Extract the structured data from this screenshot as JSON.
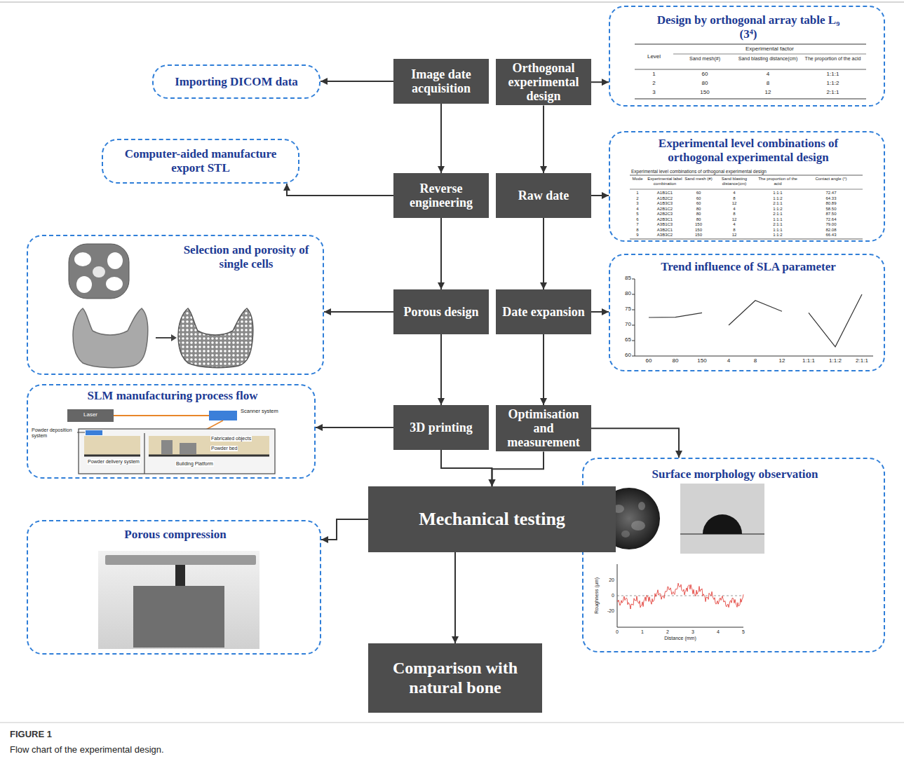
{
  "diagram": {
    "caption": "Flow chart of the experimental design.",
    "nodes": [
      {
        "text": [
          "Importing DICOM data"
        ]
      },
      {
        "text": [
          "Image date acquisition"
        ]
      },
      {
        "text": [
          "Orthogonal experimental design"
        ]
      },
      {
        "text": [
          "Design by orthogonal array table L₉ (3⁴)"
        ]
      },
      {
        "text": [
          "Computer-aided manufacture export STL"
        ]
      },
      {
        "text": [
          "Reverse engineering"
        ]
      },
      {
        "text": [
          "Raw date"
        ]
      },
      {
        "text": [
          "Experimental level combinations of orthogonal experimental design"
        ]
      },
      {
        "text": [
          "Selection and porosity of single cells"
        ]
      },
      {
        "text": [
          "Porous design"
        ]
      },
      {
        "text": [
          "Date expansion"
        ]
      },
      {
        "text": [
          "Trend influence of SLA parameter"
        ]
      },
      {
        "text": [
          "SLM manufacturing process flow"
        ]
      },
      {
        "text": [
          "3D printing"
        ]
      },
      {
        "text": [
          "Optimisation and measurement"
        ]
      },
      {
        "text": [
          "Surface morphology observation"
        ]
      },
      {
        "text": [
          "Porous compression"
        ]
      },
      {
        "text": [
          "Mechanical testing"
        ]
      },
      {
        "text": [
          "Comparison with natural bone"
        ]
      }
    ],
    "edges": [
      {
        "from": 1,
        "to": 0,
        "arrow": "to"
      },
      {
        "from": 1,
        "to": 5,
        "arrow": "to"
      },
      {
        "from": 5,
        "to": 4,
        "arrow": "to"
      },
      {
        "from": 5,
        "to": 9,
        "arrow": "to"
      },
      {
        "from": 9,
        "to": 8,
        "arrow": "to"
      },
      {
        "from": 9,
        "to": 13,
        "arrow": "to"
      },
      {
        "from": 13,
        "to": 12,
        "arrow": "to"
      },
      {
        "from": 2,
        "to": 3,
        "arrow": "to"
      },
      {
        "from": 2,
        "to": 6,
        "arrow": "to"
      },
      {
        "from": 6,
        "to": 7,
        "arrow": "to"
      },
      {
        "from": 6,
        "to": 10,
        "arrow": "to"
      },
      {
        "from": 10,
        "to": 11,
        "arrow": "to"
      },
      {
        "from": 10,
        "to": 14,
        "arrow": "to"
      },
      {
        "from": 14,
        "to": 15,
        "arrow": "to"
      },
      {
        "from": 13,
        "to": 17,
        "arrow": "to"
      },
      {
        "from": 14,
        "to": 17,
        "arrow": "to"
      },
      {
        "from": 17,
        "to": 16,
        "arrow": "to"
      },
      {
        "from": 17,
        "to": 18,
        "arrow": "to"
      }
    ],
    "labels": [
      "Level",
      "Experimental factor",
      "Sand mesh(#)",
      "Sand blasting distance(cm)",
      "The proportion of the acid",
      "1",
      "60",
      "4",
      "1:1:1",
      "2",
      "80",
      "8",
      "1:1:2",
      "3",
      "150",
      "12",
      "2:1:1",
      "Experimental level combinations of orthogonal experimental design",
      "Mode",
      "Experimental label combination",
      "Sand mesh (#)",
      "Sand blasting distance(cm)",
      "The proportion of the acid",
      "Contact angle (°)",
      "1",
      "A1B1C1",
      "60",
      "4",
      "1:1:1",
      "72.47",
      "2",
      "A1B2C2",
      "60",
      "8",
      "1:1:2",
      "64.33",
      "3",
      "A1B3C3",
      "60",
      "12",
      "2:1:1",
      "80.89",
      "4",
      "A2B1C2",
      "80",
      "4",
      "1:1:2",
      "58.50",
      "5",
      "A2B2C3",
      "80",
      "8",
      "2:1:1",
      "87.50",
      "6",
      "A2B3C1",
      "80",
      "12",
      "1:1:1",
      "72.64",
      "7",
      "A3B1C3",
      "150",
      "4",
      "2:1:1",
      "79.00",
      "8",
      "A3B2C1",
      "150",
      "8",
      "1:1:1",
      "82.08",
      "9",
      "A3B3C2",
      "150",
      "12",
      "1:1:2",
      "66.43",
      "85",
      "80",
      "75",
      "70",
      "65",
      "60",
      "60",
      "80",
      "150",
      "4",
      "8",
      "12",
      "1:1:1",
      "1:1:2",
      "2:1:1",
      "Laser",
      "Scanner system",
      "Powder deposition system",
      "Fabricated objects",
      "Powder bed",
      "Powder delivery system",
      "Building Platform",
      "Roughness (μm)",
      "Distance (mm)",
      "20",
      "0",
      "-20",
      "0",
      "1",
      "2",
      "3",
      "4",
      "5",
      "FIGURE 1"
    ]
  }
}
